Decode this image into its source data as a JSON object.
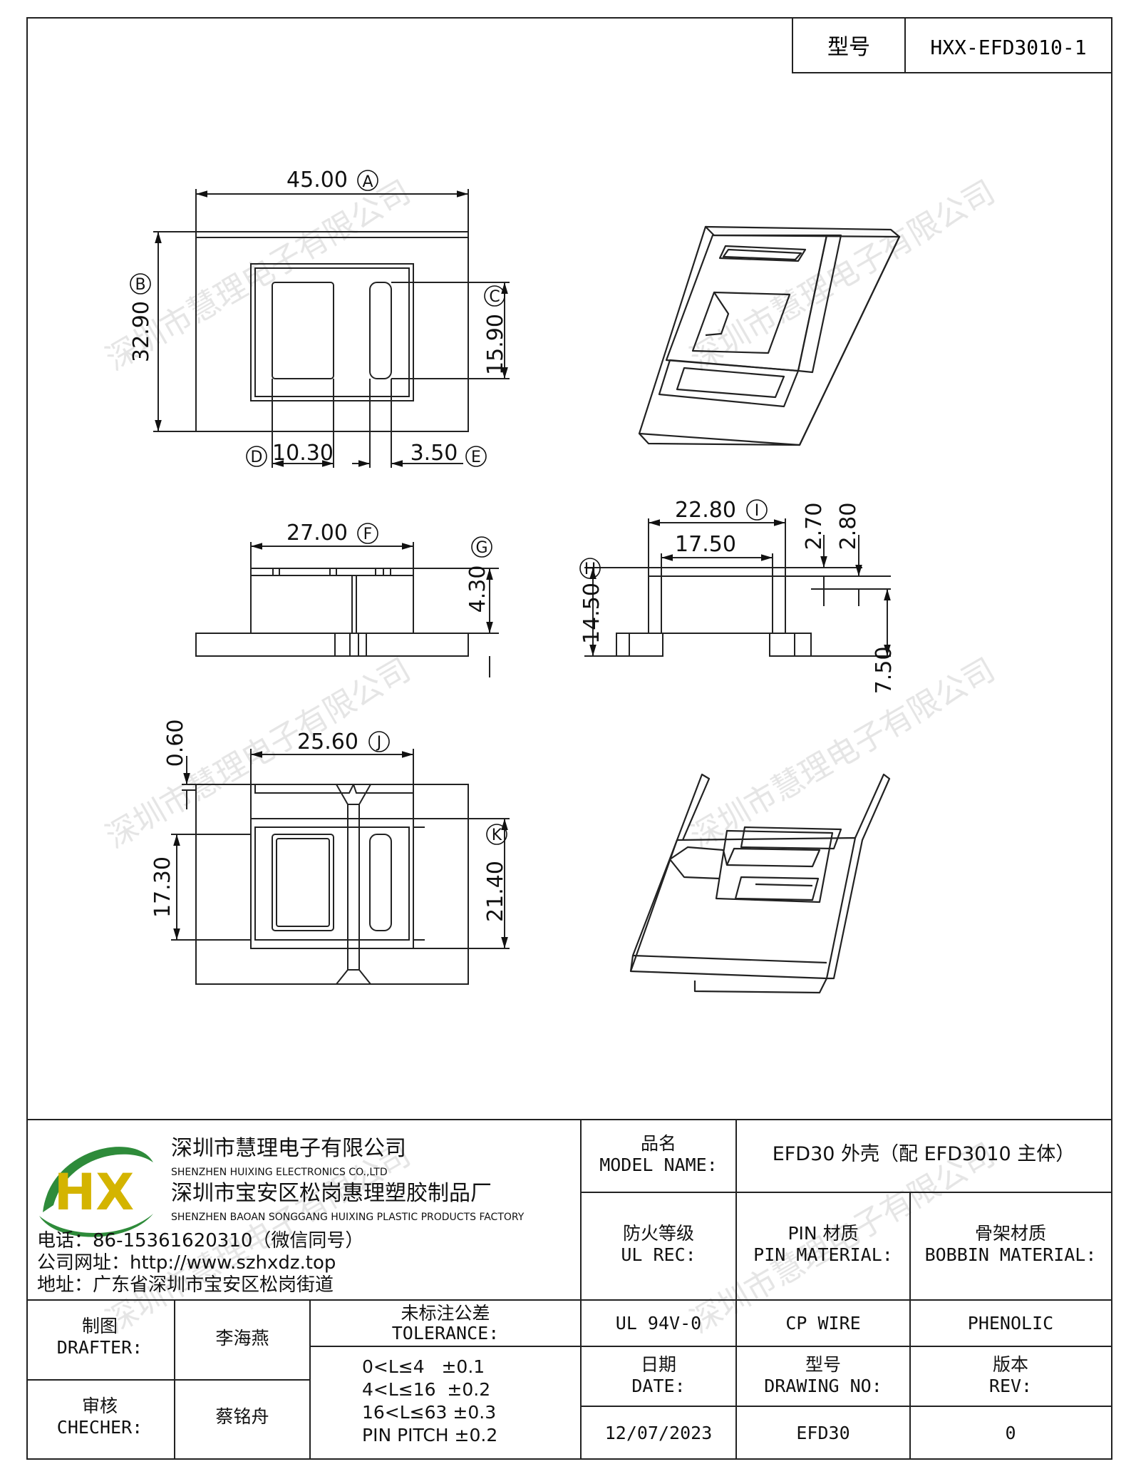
{
  "header": {
    "model_label": "型号",
    "model_value": "HXX-EFD3010-1"
  },
  "watermark": "深圳市慧理电子有限公司",
  "dimensions": {
    "A": {
      "value": "45.00",
      "letter": "A"
    },
    "B": {
      "value": "32.90",
      "letter": "B"
    },
    "C": {
      "value": "15.90",
      "letter": "C"
    },
    "D": {
      "value": "10.30",
      "letter": "D"
    },
    "E": {
      "value": "3.50",
      "letter": "E"
    },
    "F": {
      "value": "27.00",
      "letter": "F"
    },
    "G": {
      "value": "4.30",
      "letter": "G"
    },
    "H": {
      "value": "14.50",
      "letter": "H"
    },
    "I": {
      "value": "22.80",
      "letter": "I"
    },
    "I_inner": {
      "value": "17.50"
    },
    "t1": {
      "value": "2.70"
    },
    "t2": {
      "value": "2.80"
    },
    "h2": {
      "value": "7.50"
    },
    "J": {
      "value": "25.60",
      "letter": "J"
    },
    "J_top": {
      "value": "0.60"
    },
    "L": {
      "value": "17.30"
    },
    "K": {
      "value": "21.40",
      "letter": "K"
    }
  },
  "company": {
    "logo": "HX",
    "name_cn": "深圳市慧理电子有限公司",
    "name_en": "SHENZHEN HUIXING ELECTRONICS CO.,LTD",
    "factory_cn": "深圳市宝安区松岗惠理塑胶制品厂",
    "factory_en": "SHENZHEN BAOAN SONGGANG HUIXING PLASTIC PRODUCTS FACTORY",
    "phone": "电话：86-15361620310（微信同号）",
    "website": "公司网址：http://www.szhxdz.top",
    "address": "地址：广东省深圳市宝安区松岗街道"
  },
  "titleblock": {
    "model_name_cn": "品名",
    "model_name_en": "MODEL NAME:",
    "model_name_value": "EFD30 外壳（配 EFD3010 主体）",
    "ul_cn": "防火等级",
    "ul_en": "UL REC:",
    "pin_cn": "PIN 材质",
    "pin_en": "PIN MATERIAL:",
    "bobbin_cn": "骨架材质",
    "bobbin_en": "BOBBIN MATERIAL:",
    "ul_value": "UL 94V-0",
    "pin_value": "CP WIRE",
    "bobbin_value": "PHENOLIC",
    "drafter_cn": "制图",
    "drafter_en": "DRAFTER:",
    "drafter_value": "李海燕",
    "checker_cn": "审核",
    "checker_en": "CHECHER:",
    "checker_value": "蔡铭舟",
    "tolerance_cn": "未标注公差",
    "tolerance_en": "TOLERANCE:",
    "tolerances": [
      "0<L≤4   ±0.1",
      "4<L≤16  ±0.2",
      "16<L≤63 ±0.3",
      "PIN PITCH ±0.2"
    ],
    "date_cn": "日期",
    "date_en": "DATE:",
    "date_value": "12/07/2023",
    "drawing_cn": "型号",
    "drawing_en": "DRAWING NO:",
    "drawing_value": "EFD30",
    "rev_cn": "版本",
    "rev_en": "REV:",
    "rev_value": "0"
  }
}
